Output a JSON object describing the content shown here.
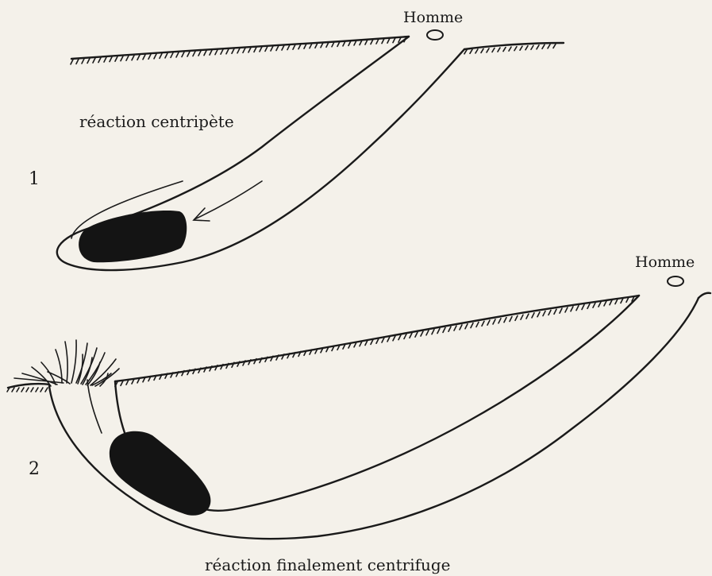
{
  "panel1": {
    "number": "1",
    "man_label": "Homme",
    "caption": "réaction centripète"
  },
  "panel2": {
    "number": "2",
    "man_label": "Homme",
    "caption": "réaction finalement centrifuge"
  }
}
